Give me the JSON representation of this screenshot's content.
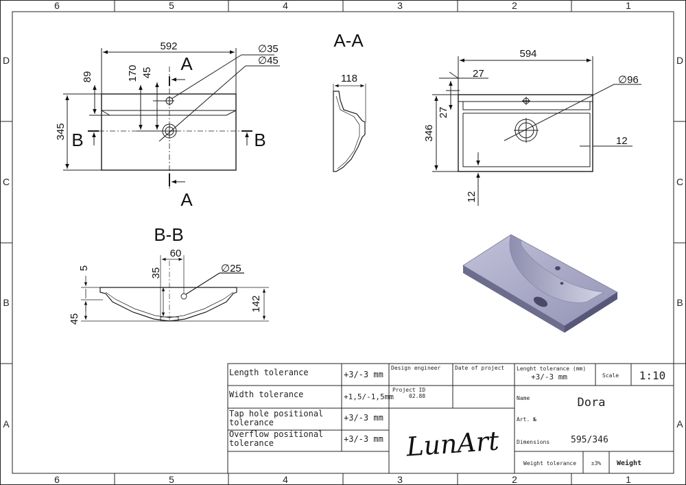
{
  "zones": {
    "cols": [
      "6",
      "5",
      "4",
      "3",
      "2",
      "1"
    ],
    "rows": [
      "D",
      "C",
      "B",
      "A"
    ]
  },
  "views": {
    "top": {
      "section_label": "A",
      "side_label": "B",
      "width": "592",
      "d35": "∅35",
      "d45": "∅45",
      "h89": "89",
      "h170": "170",
      "h45": "45",
      "h345": "345"
    },
    "section_aa": {
      "title": "A-A",
      "dim": "118"
    },
    "front": {
      "width": "594",
      "d27a": "27",
      "d27b": "27",
      "d96": "∅96",
      "h346": "346",
      "d12a": "12",
      "d12b": "12"
    },
    "section_bb": {
      "title": "B-B",
      "d60": "60",
      "d25": "∅25",
      "h5": "5",
      "h35": "35",
      "h45": "45",
      "h142": "142"
    }
  },
  "title_block": {
    "rows": [
      {
        "label": "Length tolerance",
        "value": "+3/-3 mm"
      },
      {
        "label": "Width tolerance",
        "value": "+1,5/-1,5mm"
      },
      {
        "label": "Tap hole positional tolerance",
        "label_1": "Tap hole positional",
        "label_2": "tolerance",
        "value": "+3/-3 mm"
      },
      {
        "label": "Overflow positional tolerance",
        "label_1": "Overflow positional",
        "label_2": "tolerance",
        "value": "+3/-3 mm"
      }
    ],
    "design_engineer": "Design engineer",
    "date_of_project": "Date of project",
    "project_id_label": "Project ID",
    "project_id": "02.88",
    "length_tolerance_label": "Lenght tolerance (mm)",
    "length_tolerance_value": "+3/-3 mm",
    "scale_label": "Scale",
    "scale_value": "1:10",
    "name_label": "Name",
    "name_value": "Dora",
    "art_label": "Art. №",
    "dimensions_label": "Dimensions",
    "dimensions_value": "595/346",
    "weight_tolerance_label": "Weight tolerance",
    "weight_tolerance_value": "±3%",
    "weight_label": "Weight",
    "signature": "LunArt"
  },
  "colors": {
    "line": "#1a1a1a",
    "basin_top": "#a9a9c9",
    "basin_side": "#6f6f90",
    "basin_inner": "#c9c9df"
  }
}
